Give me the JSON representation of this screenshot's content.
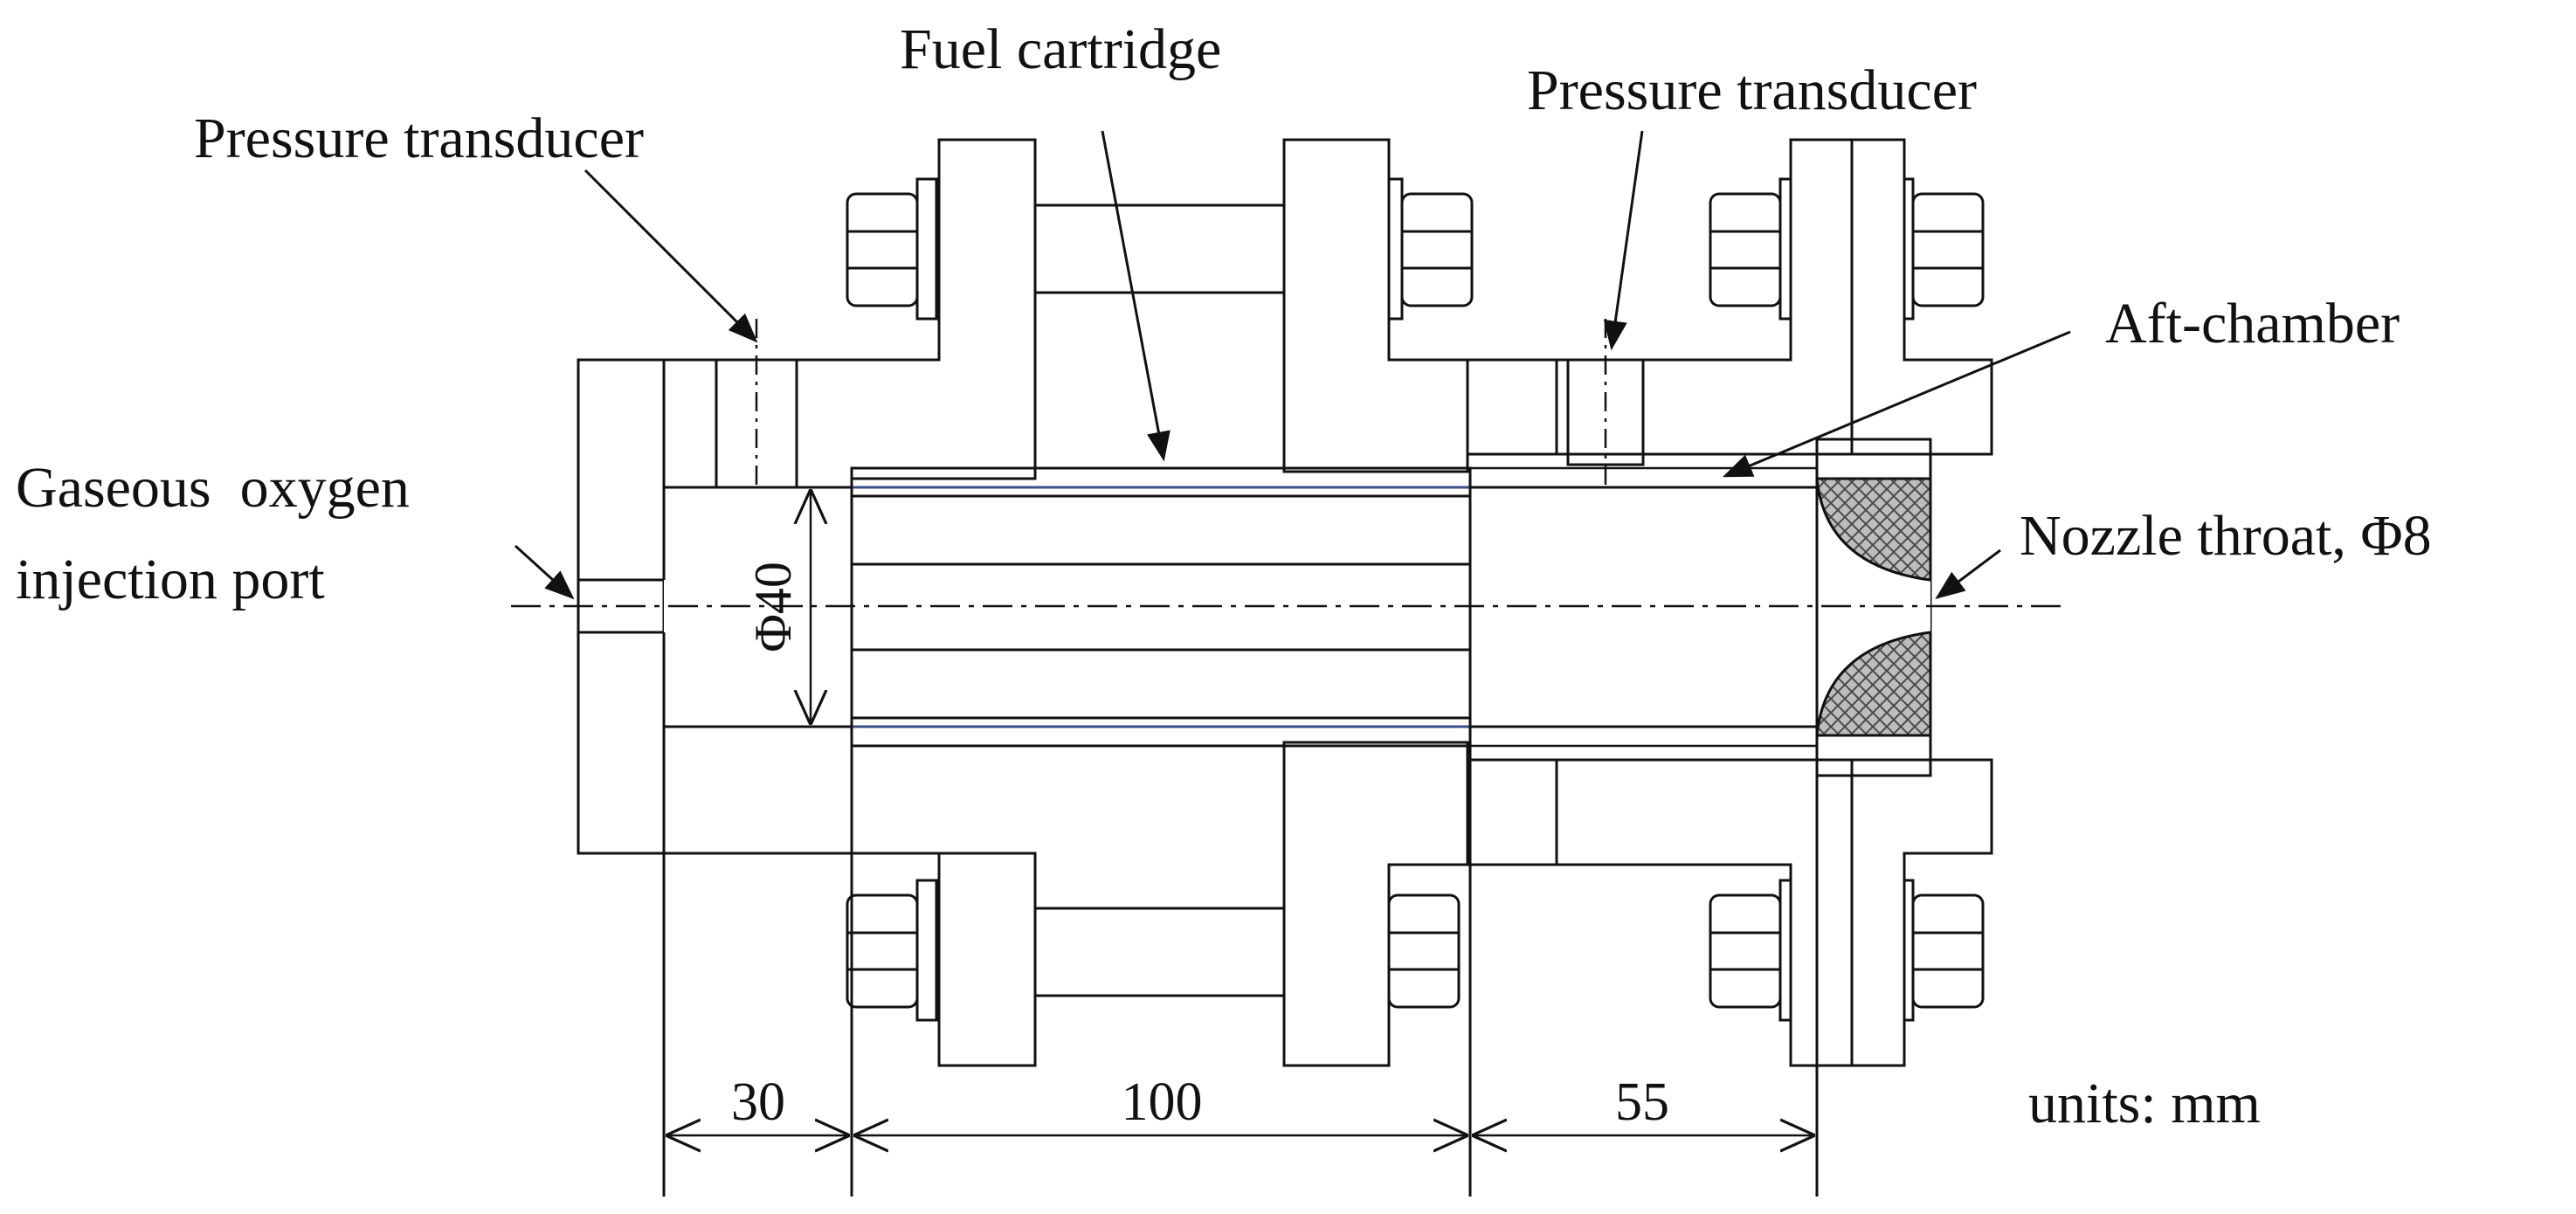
{
  "labels": {
    "fuel_cartridge": "Fuel cartridge",
    "pressure_transducer_left": "Pressure transducer",
    "pressure_transducer_right": "Pressure transducer",
    "aft_chamber": "Aft-chamber",
    "gox_port_line1": "Gaseous  oxygen",
    "gox_port_line2": "injection port",
    "nozzle_throat": "Nozzle throat, Φ8",
    "bore_diameter": "Φ40",
    "units": "units: mm"
  },
  "dimensions": {
    "head_length": "30",
    "fuel_length": "100",
    "aft_length": "55"
  },
  "colors": {
    "line": "#111111",
    "metal_fill": "#d9d9d9",
    "fuel_grain": "#fdf0cc",
    "cartridge_shell": "#c7dcf2",
    "background": "#ffffff"
  }
}
